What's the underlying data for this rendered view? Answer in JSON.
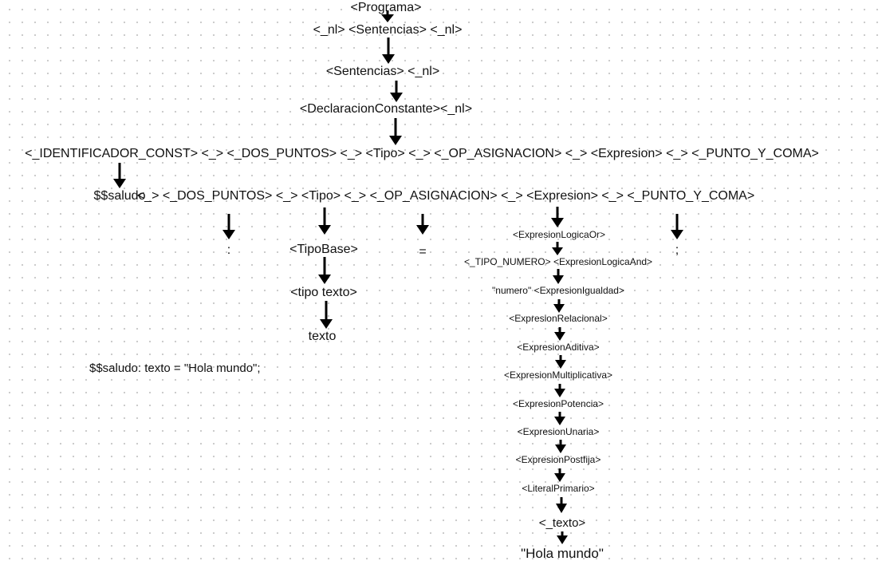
{
  "diagram": {
    "nodes": {
      "programa": "<Programa>",
      "nl_sentencias_nl": "<_nl> <Sentencias> <_nl>",
      "sentencias_nl": "<Sentencias> <_nl>",
      "declaracion_constante": "<DeclaracionConstante><_nl>",
      "rule_full": "<_IDENTIFICADOR_CONST> <_> <_DOS_PUNTOS> <_> <Tipo> <_> <_OP_ASIGNACION> <_> <Expresion> <_> <_PUNTO_Y_COMA>",
      "saludo": "$$saludo",
      "rule_rest": "<_> <_DOS_PUNTOS> <_> <Tipo> <_> <_OP_ASIGNACION> <_> <Expresion> <_> <_PUNTO_Y_COMA>",
      "colon": ":",
      "tipo_base": "<TipoBase>",
      "tipo_texto": "<tipo texto>",
      "texto": "texto",
      "equals": "=",
      "semicolon": ";",
      "expresion_logica_or": "<ExpresionLogicaOr>",
      "tipo_numero_logica_and": "<_TIPO_NUMERO> <ExpresionLogicaAnd>",
      "numero_igualdad": "\"numero\" <ExpresionIgualdad>",
      "expresion_relacional": "<ExpresionRelacional>",
      "expresion_aditiva": "<ExpresionAditiva>",
      "expresion_multiplicativa": "<ExpresionMultiplicativa>",
      "expresion_potencia": "<ExpresionPotencia>",
      "expresion_unaria": "<ExpresionUnaria>",
      "expresion_postfija": "<ExpresionPostfija>",
      "literal_primario": "<LiteralPrimario>",
      "texto_token": "<_texto>",
      "hola_mundo": "\"Hola mundo\""
    },
    "source_line": "$$saludo: texto = \"Hola mundo\";"
  },
  "colors": {
    "text": "#111111",
    "arrow": "#000000",
    "grid_dot": "#c9c9c9"
  }
}
